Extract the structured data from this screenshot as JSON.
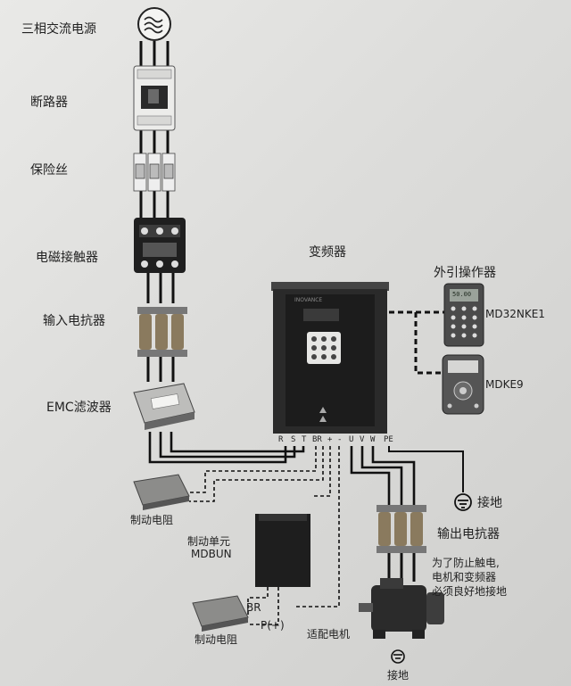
{
  "components": {
    "power_source": "三相交流电源",
    "breaker": "断路器",
    "fuse": "保险丝",
    "contactor": "电磁接触器",
    "input_reactor": "输入电抗器",
    "emc_filter": "EMC滤波器",
    "inverter": "变频器",
    "external_keypad_title": "外引操作器",
    "keypad_1": "MD32NKE1",
    "keypad_2": "MDKE9",
    "ground": "接地",
    "output_reactor": "输出电抗器",
    "braking_resistor_1": "制动电阻",
    "braking_unit_line1": "制动单元",
    "braking_unit_line2": "MDBUN",
    "braking_resistor_2": "制动电阻",
    "motor_label": "适配电机",
    "motor_ground": "接地",
    "warning_line1": "为了防止触电,",
    "warning_line2": "电机和变频器",
    "warning_line3": "必须良好地接地"
  },
  "terminals": {
    "r": "R",
    "s": "S",
    "t": "T",
    "br": "BR",
    "plus": "+",
    "minus": "-",
    "u": "U",
    "v": "V",
    "w": "W",
    "pe": "PE"
  },
  "unit_terminals": {
    "br": "BR",
    "p": "P(+)"
  },
  "keypad_display": "50.00",
  "inverter_brand": "INOVANCE"
}
